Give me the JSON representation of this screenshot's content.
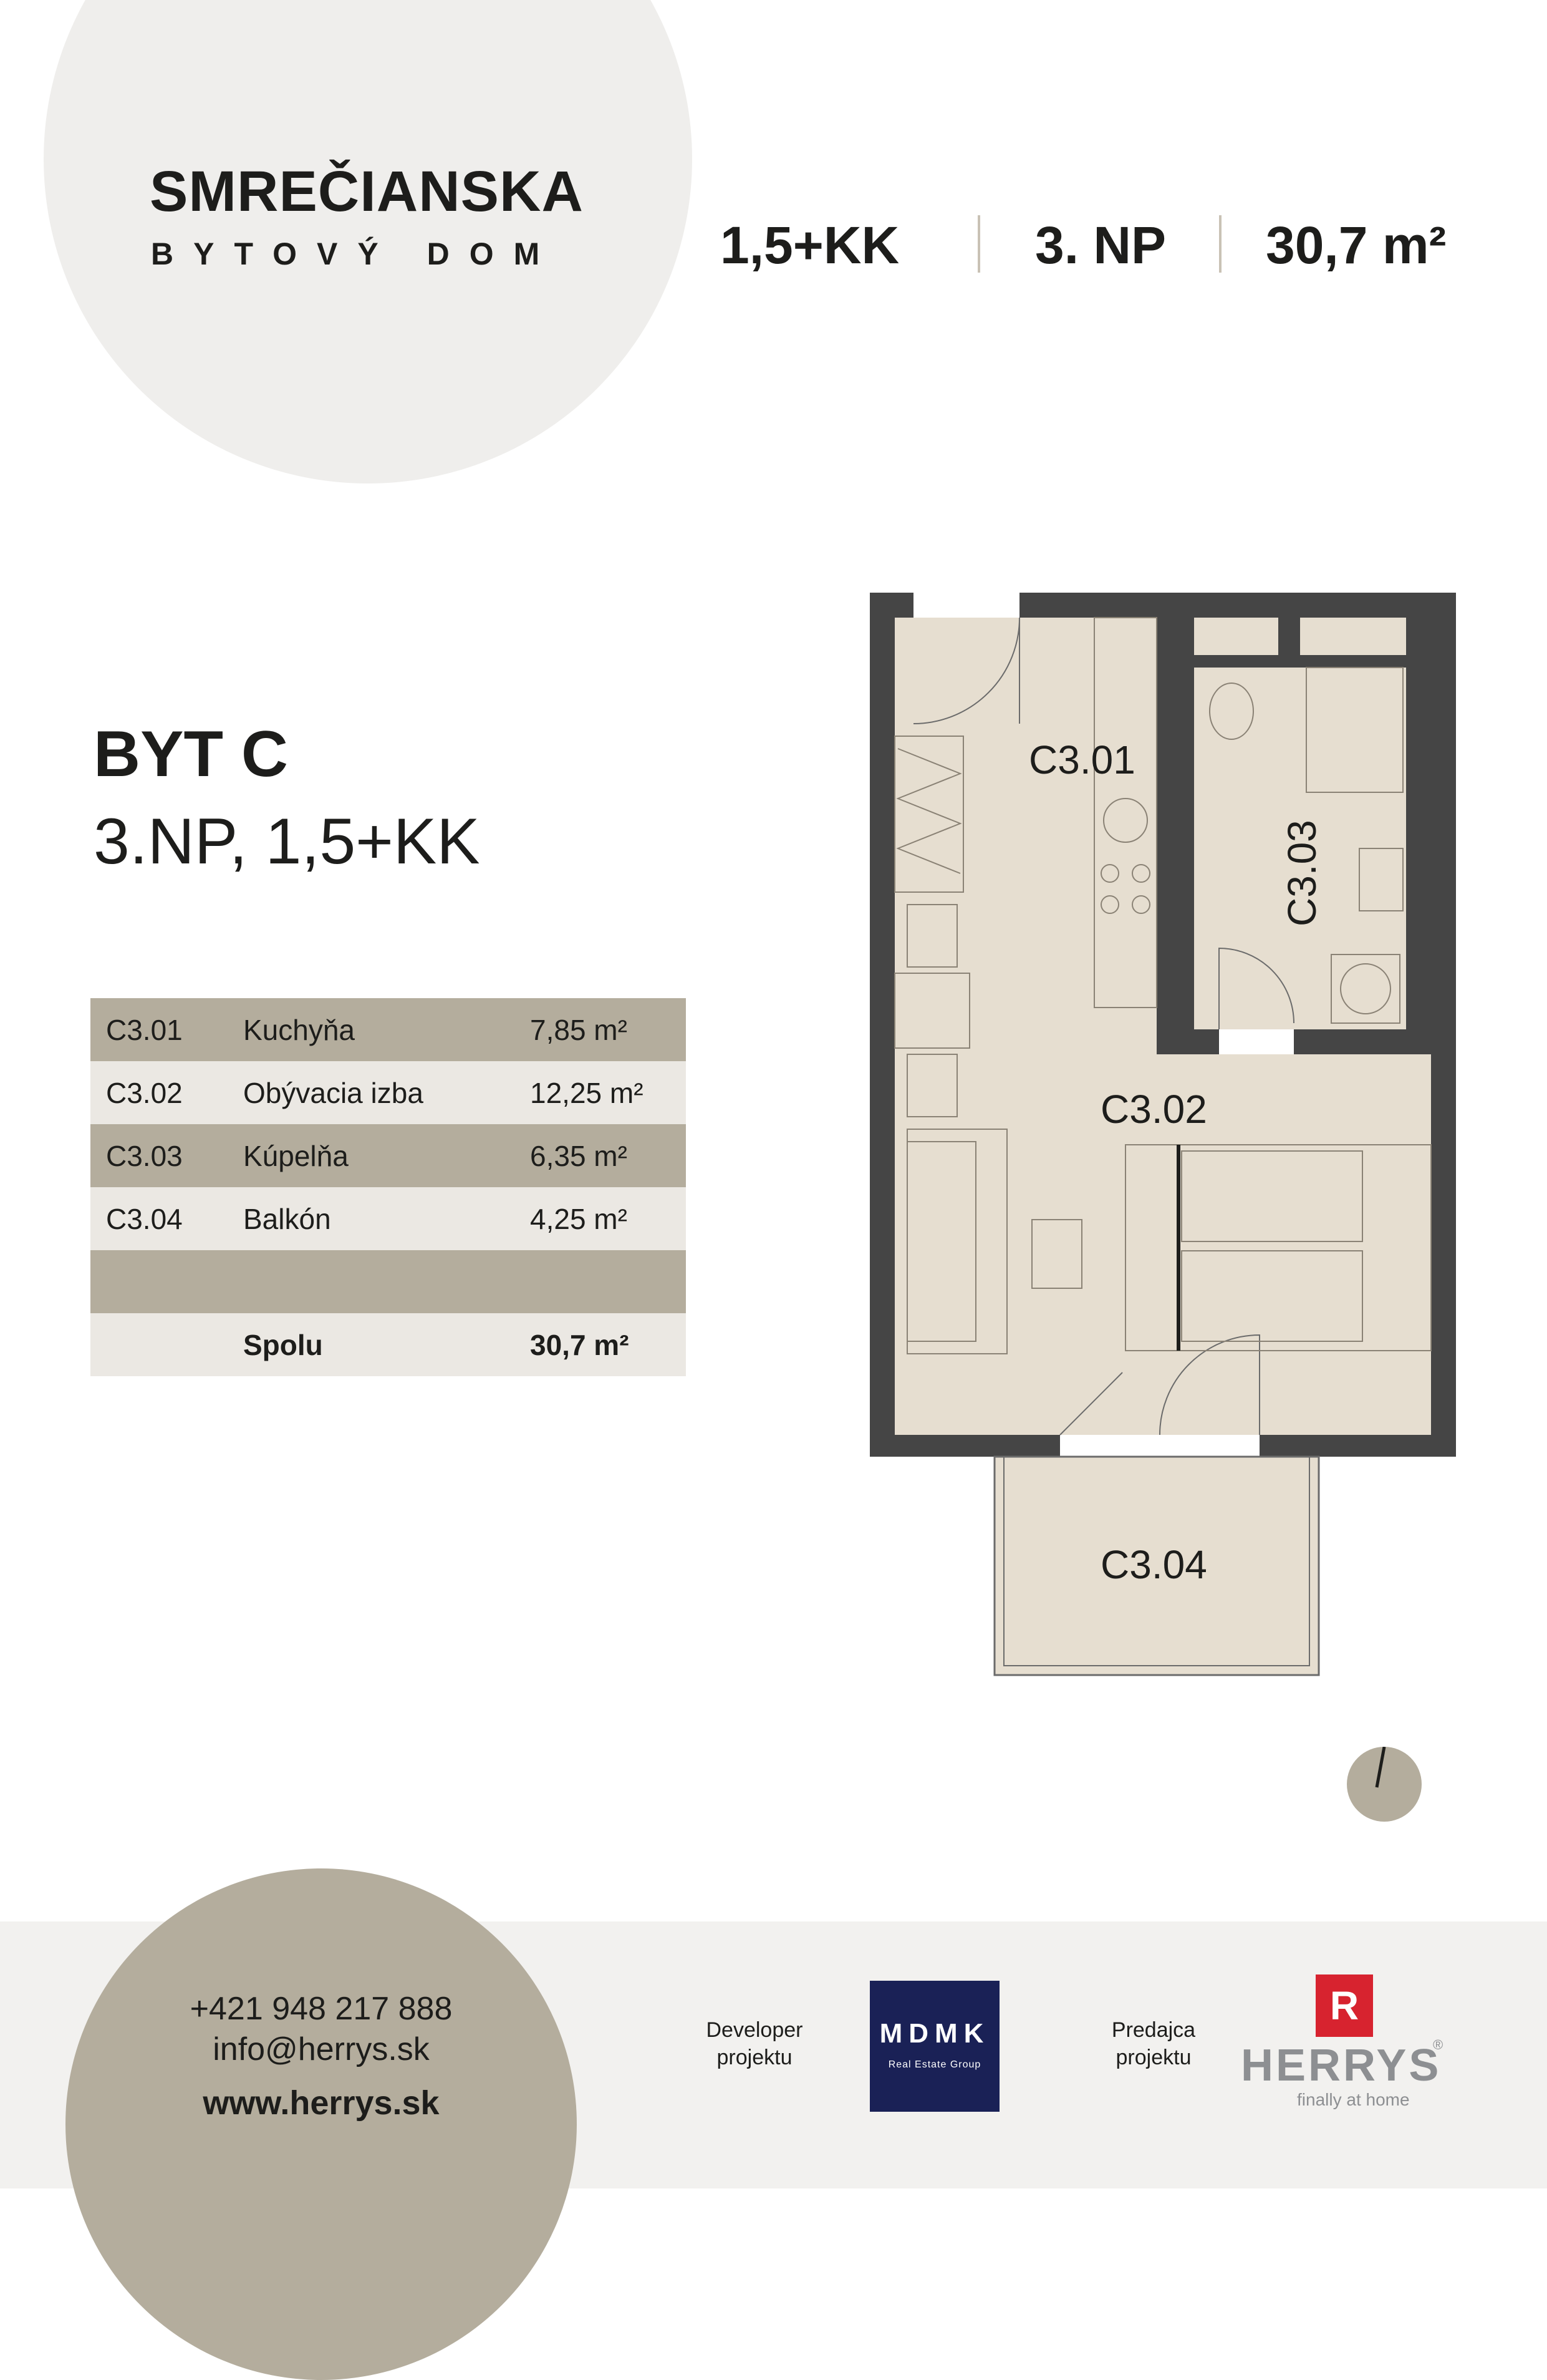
{
  "header": {
    "brand_title": "SMREČIANSKA",
    "brand_subtitle": "BYTOVÝ DOM",
    "layout": "1,5+KK",
    "floor": "3. NP",
    "area": "30,7 m²"
  },
  "apartment": {
    "title": "BYT C",
    "subtitle": "3.NP, 1,5+KK"
  },
  "rooms": [
    {
      "code": "C3.01",
      "name": "Kuchyňa",
      "area": "7,85 m²"
    },
    {
      "code": "C3.02",
      "name": "Obývacia izba",
      "area": "12,25 m²"
    },
    {
      "code": "C3.03",
      "name": "Kúpelňa",
      "area": "6,35 m²"
    },
    {
      "code": "C3.04",
      "name": "Balkón",
      "area": "4,25 m²"
    }
  ],
  "total": {
    "label": "Spolu",
    "area": "30,7 m²"
  },
  "plan_labels": {
    "c301": "C3.01",
    "c302": "C3.02",
    "c303": "C3.03",
    "c304": "C3.04"
  },
  "contact": {
    "phone": "+421 948 217 888",
    "email": "info@herrys.sk",
    "web": "www.herrys.sk"
  },
  "footer": {
    "developer_label": [
      "Developer",
      "projektu"
    ],
    "seller_label": [
      "Predajca",
      "projektu"
    ],
    "mdmk_logo": "MDMK",
    "mdmk_tagline": "Real Estate Group",
    "herrys_mark": "R",
    "herrys_logo": "HERRYS",
    "herrys_reg": "®",
    "herrys_tagline": "finally at home"
  },
  "colors": {
    "accent": "#b4ad9d",
    "light": "#ebe8e3",
    "wall": "#454545",
    "floor": "#e6ded0",
    "mdmk_blue": "#1a2156",
    "herrys_red": "#d7232f"
  }
}
